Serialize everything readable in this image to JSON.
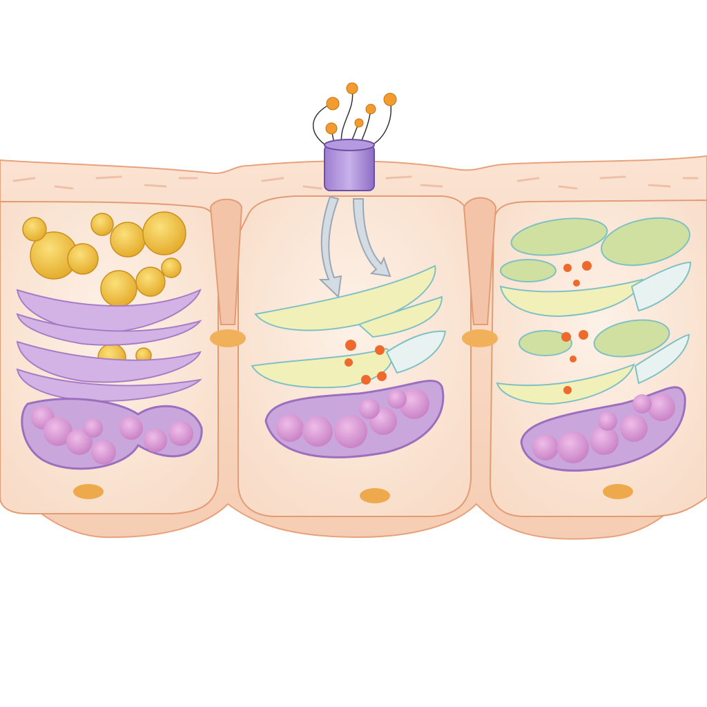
{
  "illustration": {
    "panels": [
      "left-cell",
      "middle-cell",
      "right-cell"
    ],
    "colors": {
      "background": "#ffffff",
      "cell_wall": "#f7d6bf",
      "cytoplasm": "#fbe7d8",
      "membrane_line": "#e39b74",
      "lipid_droplet": "#f0c03e",
      "er_membrane": "#c9a6dc",
      "organelle_outer": "#b98bd0",
      "organelle_blob": "#d79ad6",
      "chloroplast": "#eef0b0",
      "chloroplast_edge": "#8ec9c9",
      "green_body": "#c9dc9a",
      "channel": "#a88ad6",
      "ion": "#f2a03a",
      "arrow": "#c8d2dc",
      "nucleus_spot": "#eea94c"
    }
  }
}
